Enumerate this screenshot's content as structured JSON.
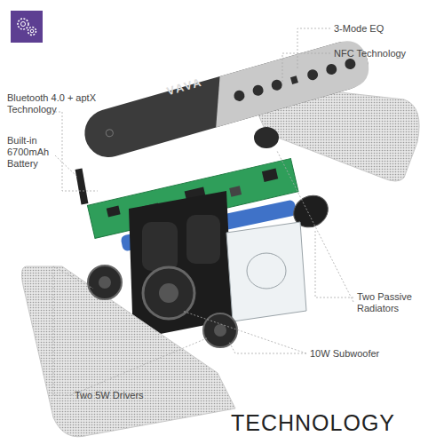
{
  "diagram": {
    "title": "TECHNOLOGY",
    "labels": [
      "3-Mode EQ",
      "NFC Technology",
      "Bluetooth 4.0 + aptX Technology",
      "Built-in 6700mAh Battery",
      "VAVA",
      "Two Passive Radiators",
      "10W Subwoofer",
      "Two 5W Drivers"
    ]
  }
}
